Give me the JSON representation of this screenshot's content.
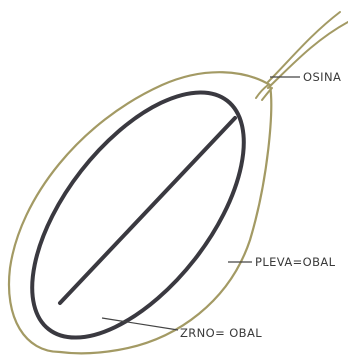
{
  "labels": {
    "awn": "OSINA",
    "husk": "PLEVA=OBAL",
    "grain": "ZRNO= OBAL"
  },
  "colors": {
    "husk_outline": "#a39a64",
    "grain_outline": "#3a3940",
    "crease_line": "#3a3940",
    "leader_line": "#444444",
    "label_text": "#3a3a3a",
    "background": "#ffffff"
  }
}
